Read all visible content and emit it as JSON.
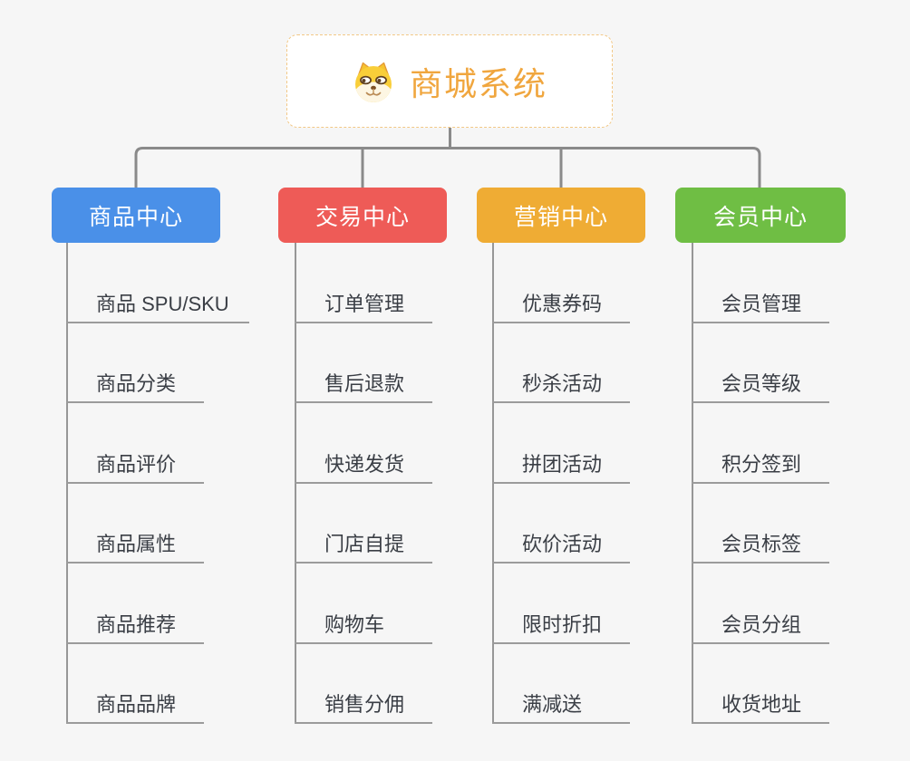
{
  "page": {
    "background": "#f6f6f6",
    "connector_color": "#8a8a8a"
  },
  "root": {
    "title": "商城系统",
    "icon": "shiba-dog-icon",
    "title_color": "#f0a63e",
    "border_color": "#f2c886"
  },
  "branches": [
    {
      "id": "product",
      "label": "商品中心",
      "color": "#4a90e8",
      "children": [
        "商品 SPU/SKU",
        "商品分类",
        "商品评价",
        "商品属性",
        "商品推荐",
        "商品品牌"
      ]
    },
    {
      "id": "trade",
      "label": "交易中心",
      "color": "#ee5b57",
      "children": [
        "订单管理",
        "售后退款",
        "快递发货",
        "门店自提",
        "购物车",
        "销售分佣"
      ]
    },
    {
      "id": "marketing",
      "label": "营销中心",
      "color": "#efac34",
      "children": [
        "优惠券码",
        "秒杀活动",
        "拼团活动",
        "砍价活动",
        "限时折扣",
        "满减送"
      ]
    },
    {
      "id": "member",
      "label": "会员中心",
      "color": "#6fbe44",
      "children": [
        "会员管理",
        "会员等级",
        "积分签到",
        "会员标签",
        "会员分组",
        "收货地址"
      ]
    }
  ]
}
